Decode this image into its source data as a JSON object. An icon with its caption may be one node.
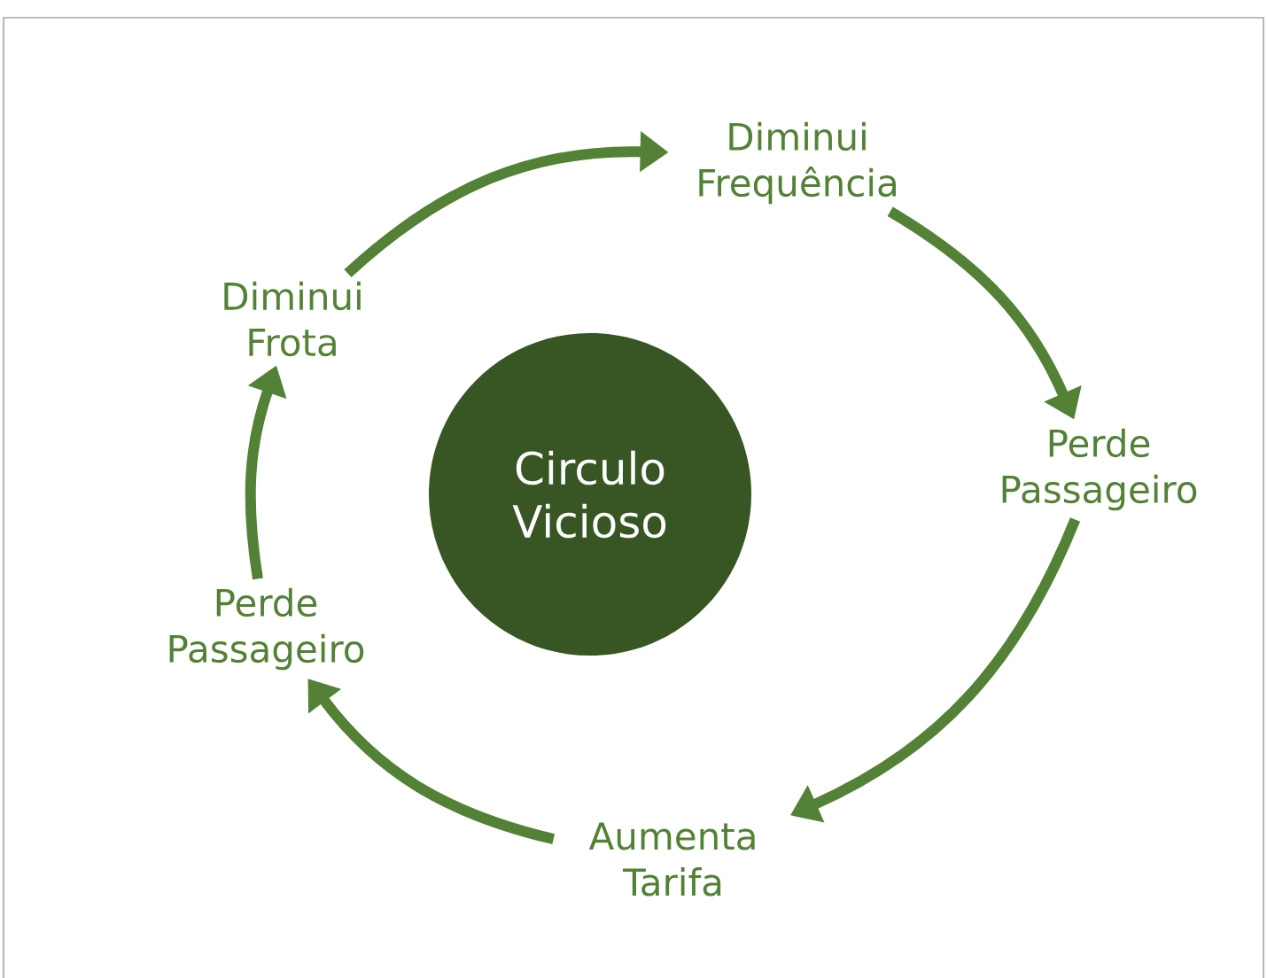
{
  "diagram": {
    "nodes": [
      {
        "text": [
          "Circulo Vicioso"
        ]
      },
      {
        "text": [
          "Diminui Frequência"
        ]
      },
      {
        "text": [
          "Perde Passageiro"
        ]
      },
      {
        "text": [
          "Aumenta Tarifa"
        ]
      },
      {
        "text": [
          "Perde Passageiro"
        ]
      },
      {
        "text": [
          "Diminui Frota"
        ]
      }
    ],
    "edges": [
      {
        "from": 5,
        "to": 1,
        "arrow": "to"
      },
      {
        "from": 1,
        "to": 2,
        "arrow": "to"
      },
      {
        "from": 2,
        "to": 3,
        "arrow": "to"
      },
      {
        "from": 3,
        "to": 4,
        "arrow": "to"
      },
      {
        "from": 4,
        "to": 5,
        "arrow": "to"
      }
    ]
  }
}
